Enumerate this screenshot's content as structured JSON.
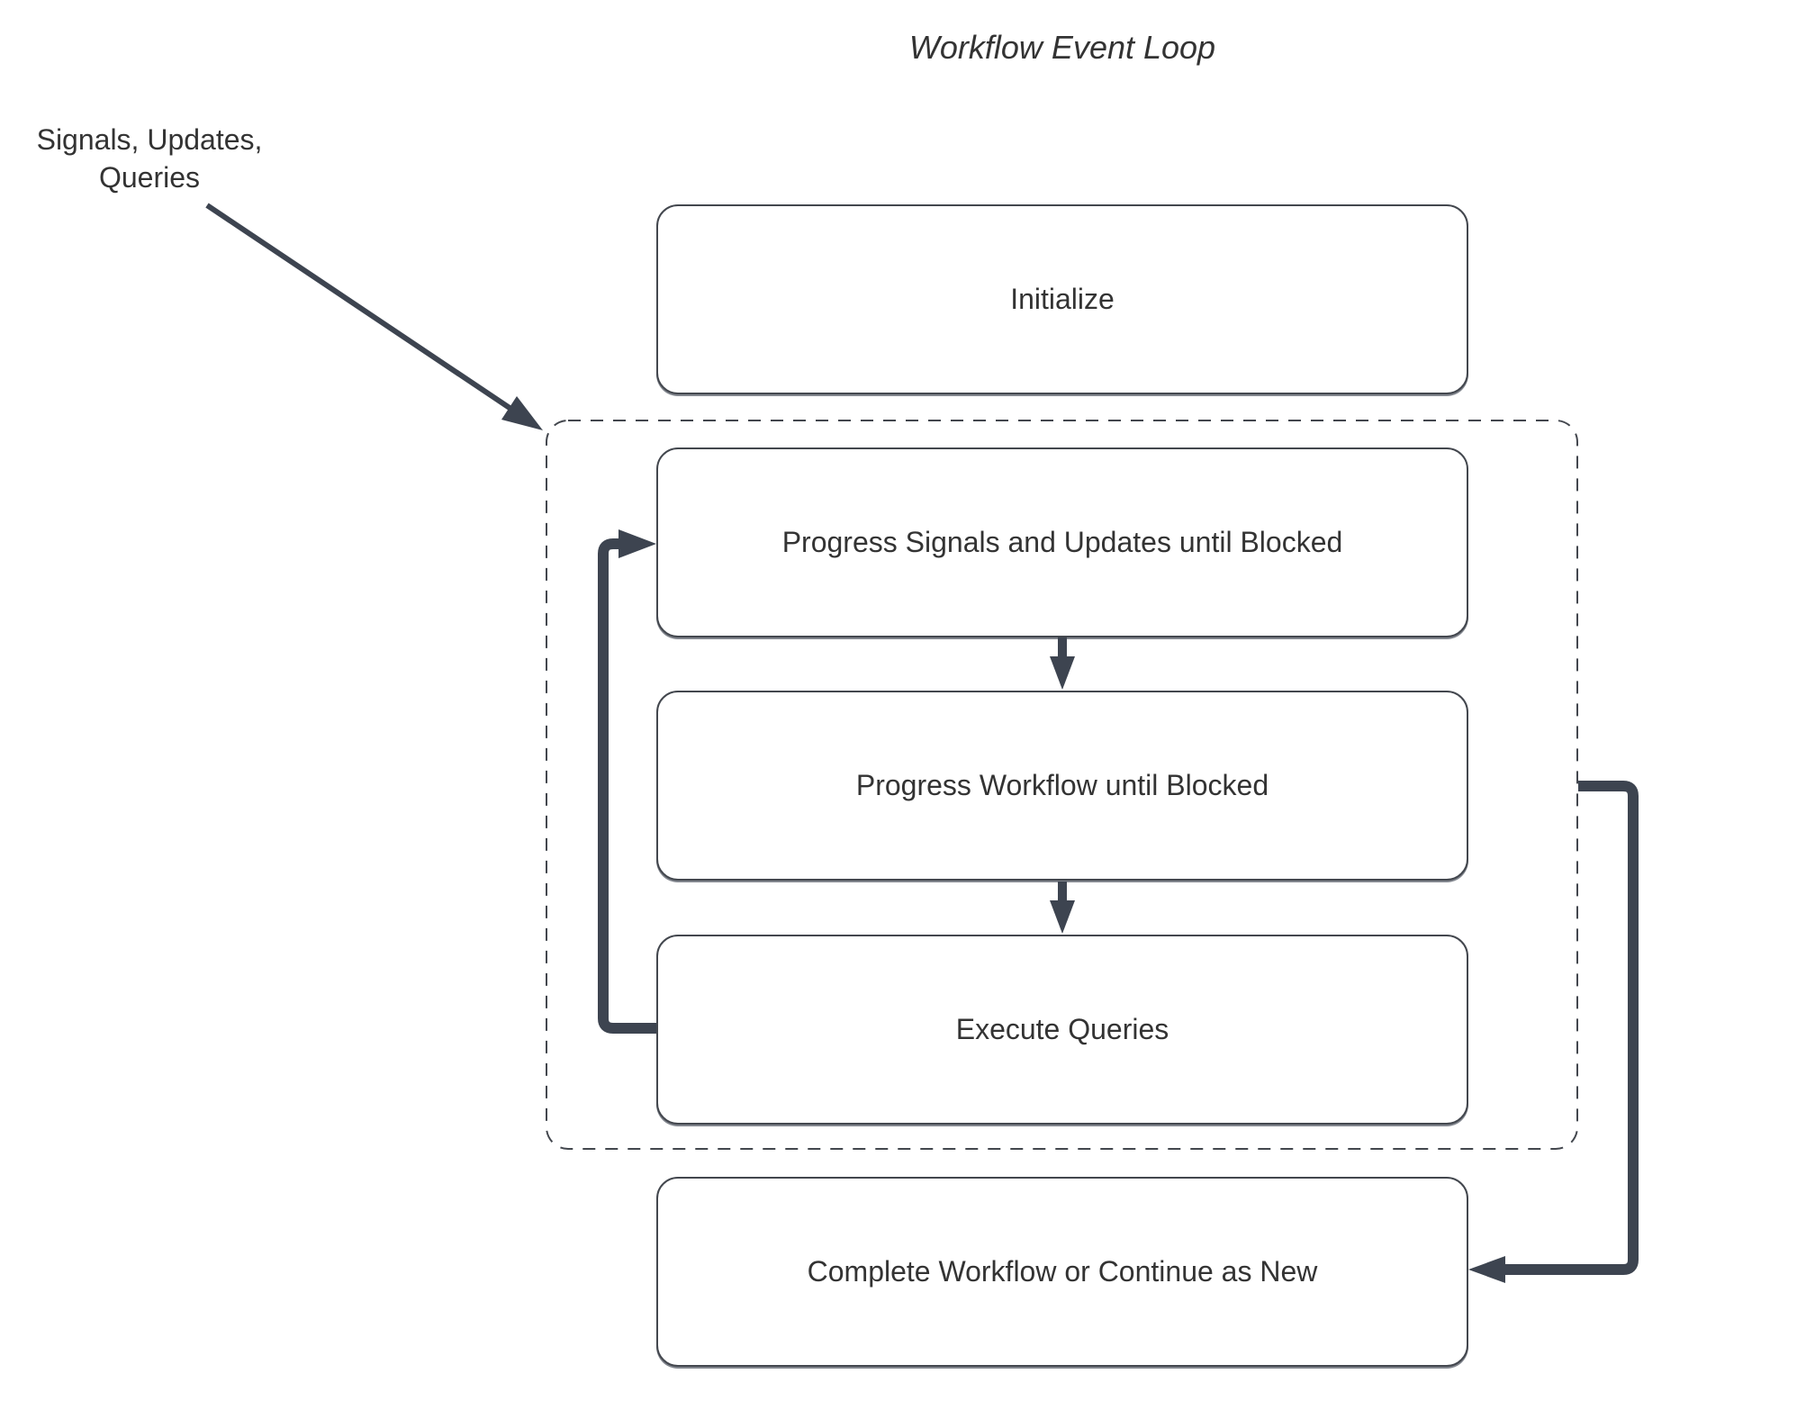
{
  "title": "Workflow Event Loop",
  "annotation": {
    "line1": "Signals, Updates,",
    "line2": "Queries"
  },
  "nodes": [
    {
      "id": "initialize",
      "label": "Initialize"
    },
    {
      "id": "progress-signals",
      "label": "Progress Signals and Updates until Blocked"
    },
    {
      "id": "progress-workflow",
      "label": "Progress Workflow until Blocked"
    },
    {
      "id": "execute-queries",
      "label": "Execute Queries"
    },
    {
      "id": "complete-workflow",
      "label": "Complete Workflow or Continue as New"
    }
  ],
  "colors": {
    "arrow": "#3d4450",
    "border": "#43474e",
    "text": "#333333",
    "bg": "#ffffff"
  }
}
